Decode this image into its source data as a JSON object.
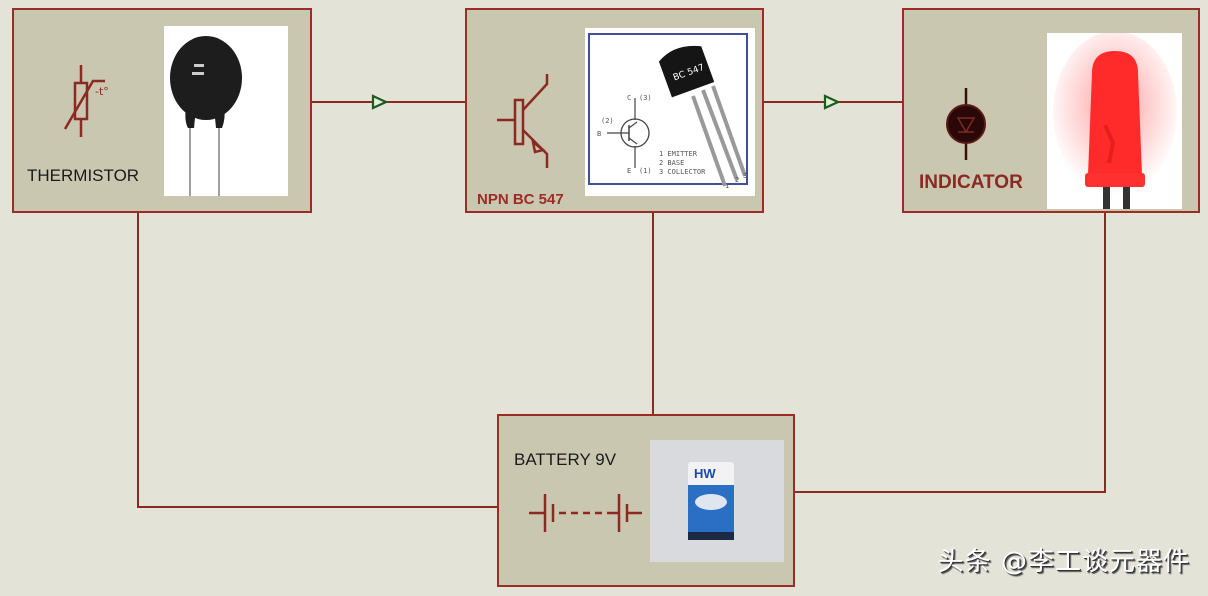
{
  "diagram": {
    "title": "Thermistor temperature indicator block diagram",
    "blocks": {
      "thermistor": {
        "label": "THERMISTOR",
        "symbol_text": "-t°",
        "label_color": "#1a1a1a"
      },
      "transistor": {
        "label": "NPN BC 547",
        "label_color": "#9b2d26",
        "datasheet": {
          "part_marking": "BC 547",
          "pins": {
            "c": "C",
            "c_num": "(3)",
            "b": "B",
            "b_num": "(2)",
            "e": "E",
            "e_num": "(1)"
          },
          "legend": [
            "1  EMITTER",
            "2  BASE",
            "3  COLLECTOR"
          ],
          "leg_numbers": [
            "1",
            "2",
            "3"
          ]
        }
      },
      "indicator": {
        "label": "INDICATOR",
        "label_color": "#8b2a22"
      },
      "battery": {
        "label": "BATTERY 9V",
        "label_color": "#1a1a1a",
        "brand": "HW"
      }
    },
    "colors": {
      "wire": "#8b2a22",
      "block_fill": "#c9c7b0",
      "block_border": "#9b2d26",
      "arrow": "#1e5a1e",
      "led": "#ff2a2a"
    },
    "watermark": "头条 @李工谈元器件"
  }
}
